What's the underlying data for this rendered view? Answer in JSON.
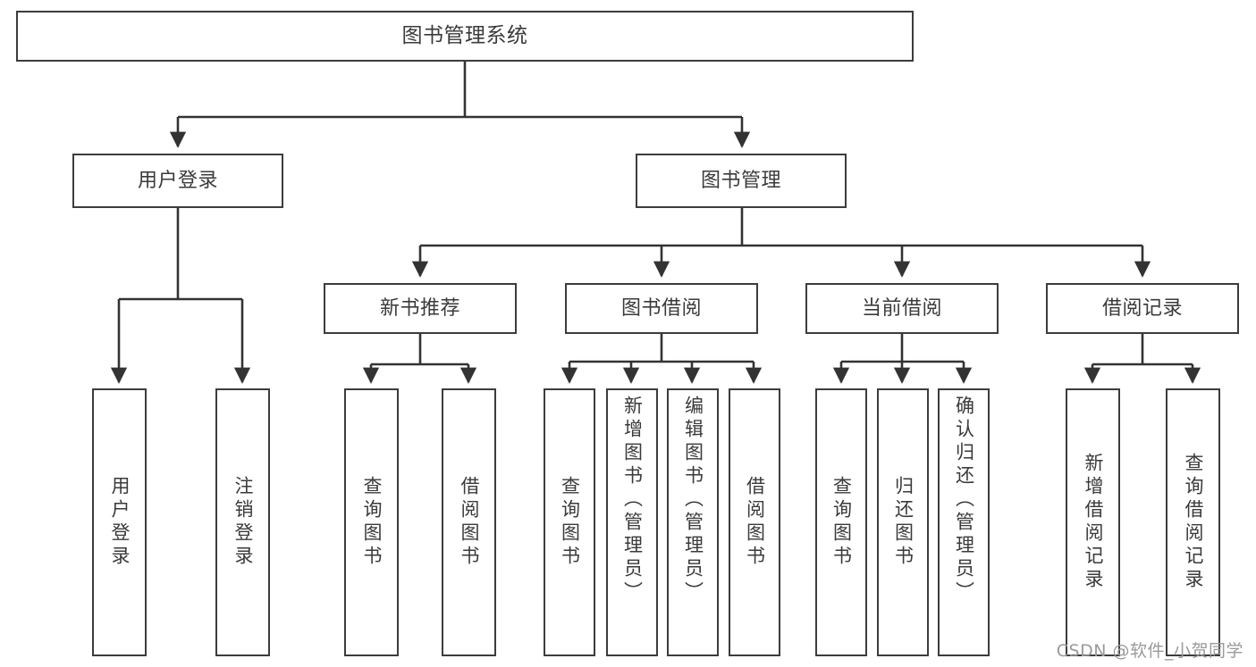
{
  "diagram": {
    "title": "图书管理系统",
    "watermark": "CSDN @软件_小贺同学",
    "colors": {
      "box_border": "#3c3c3c",
      "box_fill": "#ffffff",
      "edge": "#333333",
      "text": "#3a3a3a",
      "watermark": "#9a9a9a",
      "background": "#ffffff"
    },
    "levels": {
      "level1": "root",
      "level2": "modules",
      "level3": "submodules",
      "level4": "functions"
    },
    "nodes": {
      "root": {
        "label": "图书管理系统"
      },
      "user_login": {
        "label": "用户登录"
      },
      "book_manage": {
        "label": "图书管理"
      },
      "new_book_rec": {
        "label": "新书推荐"
      },
      "book_borrow": {
        "label": "图书借阅"
      },
      "current_borrow": {
        "label": "当前借阅"
      },
      "borrow_record": {
        "label": "借阅记录"
      },
      "leaf_user_login": {
        "label": "用户登录"
      },
      "leaf_user_logout": {
        "label": "注销登录"
      },
      "leaf_query_book_1": {
        "label": "查询图书"
      },
      "leaf_borrow_book_1": {
        "label": "借阅图书"
      },
      "leaf_query_book_2": {
        "label": "查询图书"
      },
      "leaf_add_book": {
        "label": "新增图书（管理员）"
      },
      "leaf_edit_book": {
        "label": "编辑图书（管理员）"
      },
      "leaf_borrow_book_2": {
        "label": "借阅图书"
      },
      "leaf_query_book_3": {
        "label": "查询图书"
      },
      "leaf_return_book": {
        "label": "归还图书"
      },
      "leaf_confirm_return": {
        "label": "确认归还（管理员）"
      },
      "leaf_add_record": {
        "label": "新增借阅记录"
      },
      "leaf_query_record": {
        "label": "查询借阅记录"
      }
    },
    "tree": {
      "label": "图书管理系统",
      "children": [
        {
          "label": "用户登录",
          "children": [
            {
              "label": "用户登录"
            },
            {
              "label": "注销登录"
            }
          ]
        },
        {
          "label": "图书管理",
          "children": [
            {
              "label": "新书推荐",
              "children": [
                {
                  "label": "查询图书"
                },
                {
                  "label": "借阅图书"
                }
              ]
            },
            {
              "label": "图书借阅",
              "children": [
                {
                  "label": "查询图书"
                },
                {
                  "label": "新增图书（管理员）"
                },
                {
                  "label": "编辑图书（管理员）"
                },
                {
                  "label": "借阅图书"
                }
              ]
            },
            {
              "label": "当前借阅",
              "children": [
                {
                  "label": "查询图书"
                },
                {
                  "label": "归还图书"
                },
                {
                  "label": "确认归还（管理员）"
                }
              ]
            },
            {
              "label": "借阅记录",
              "children": [
                {
                  "label": "新增借阅记录"
                },
                {
                  "label": "查询借阅记录"
                }
              ]
            }
          ]
        }
      ]
    }
  }
}
